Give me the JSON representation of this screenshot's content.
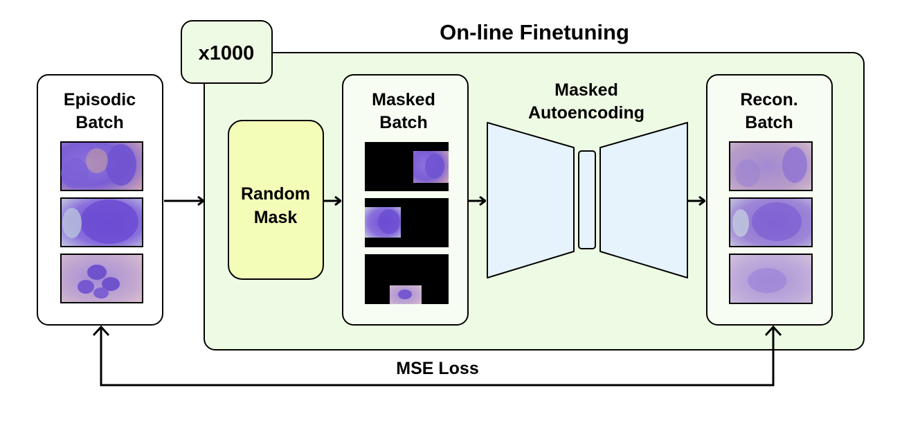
{
  "title": "On-line Finetuning",
  "repeat_badge": "x1000",
  "episodic_batch": {
    "line1": "Episodic",
    "line2": "Batch"
  },
  "random_mask": {
    "line1": "Random",
    "line2": "Mask"
  },
  "masked_batch": {
    "line1": "Masked",
    "line2": "Batch"
  },
  "autoencoder": {
    "line1": "Masked",
    "line2": "Autoencoding"
  },
  "recon_batch": {
    "line1": "Recon.",
    "line2": "Batch"
  },
  "loss_label": "MSE Loss",
  "colors": {
    "finetune_panel_fill": "#eefbe4",
    "badge_fill": "#eefbe4",
    "random_mask_fill": "#f3fdb8",
    "autoencoder_fill": "#e6f3fc",
    "card_fill": "#f7fdf2",
    "cell_purple": "#7a5fd6",
    "mask_black": "#000000"
  }
}
